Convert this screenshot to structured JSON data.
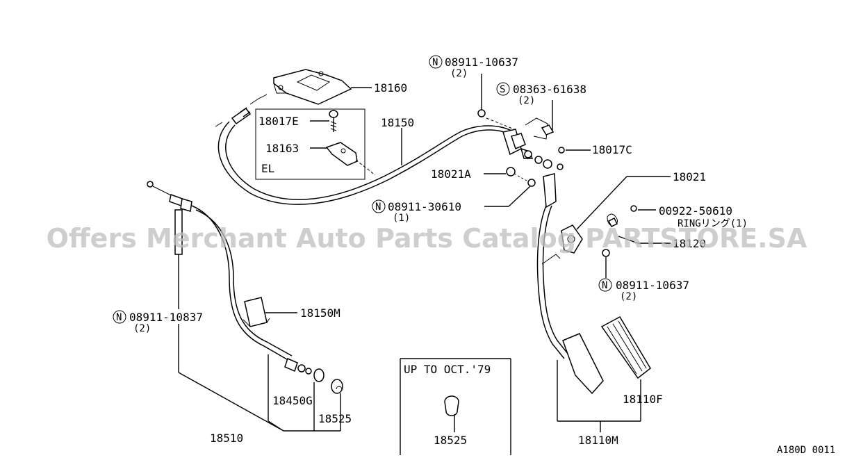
{
  "labels": {
    "p18160": "18160",
    "p18017E": "18017E",
    "p18163": "18163",
    "el": "EL",
    "p18150": "18150",
    "n08911_10637_top": "08911-10637",
    "q2_top": "(2)",
    "s08363_61638": "08363-61638",
    "q2_s": "(2)",
    "p18017C": "18017C",
    "p18021A": "18021A",
    "p18021": "18021",
    "n08911_30610": "08911-30610",
    "q1_n": "(1)",
    "p00922_50610": "00922-50610",
    "ring": "RINGリング(1)",
    "p18120": "18120",
    "n08911_10637_r": "08911-10637",
    "q2_r": "(2)",
    "n08911_10837": "08911-10837",
    "q2_l": "(2)",
    "p18150M": "18150M",
    "p18450G": "18450G",
    "p18525": "18525",
    "p18510": "18510",
    "inset_title": "UP TO OCT.'79",
    "p18525_inset": "18525",
    "p18110F": "18110F",
    "p18110M": "18110M",
    "code": "A180D 0011"
  },
  "symbols": {
    "n": "N",
    "s": "S"
  },
  "watermark": "Offers Merchant Auto Parts Catalog PARTSTORE.SA"
}
